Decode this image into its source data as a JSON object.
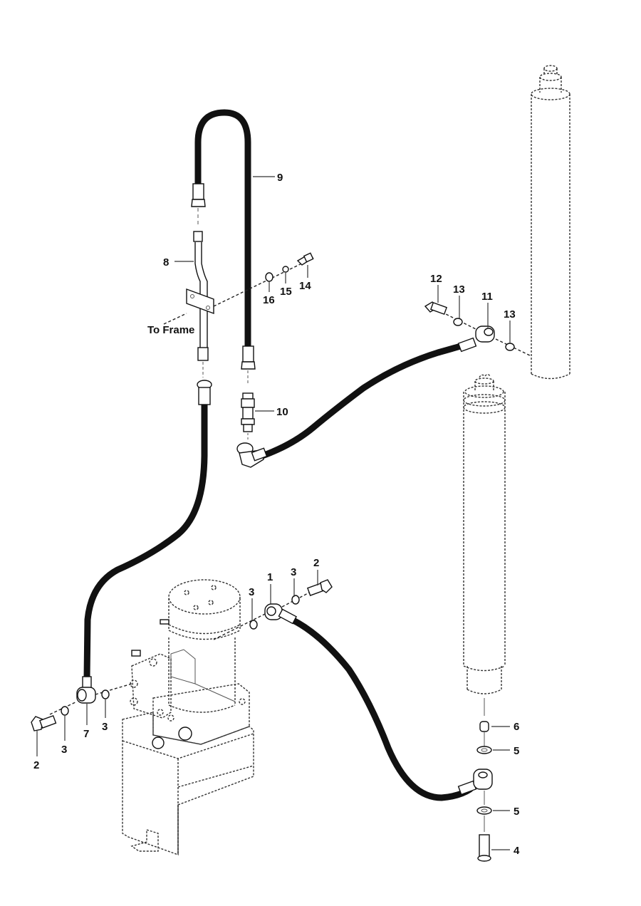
{
  "diagram": {
    "type": "exploded-parts-diagram",
    "subject": "Hydraulic hose routing between power unit and lift cylinders",
    "note_label": "To Frame",
    "callouts": {
      "c1": "1",
      "c2a": "2",
      "c2b": "2",
      "c3a": "3",
      "c3b": "3",
      "c3c": "3",
      "c3d": "3",
      "c4": "4",
      "c5a": "5",
      "c5b": "5",
      "c6": "6",
      "c7": "7",
      "c8": "8",
      "c9": "9",
      "c10": "10",
      "c11": "11",
      "c12": "12",
      "c13a": "13",
      "c13b": "13",
      "c14": "14",
      "c15": "15",
      "c16": "16"
    },
    "parts": [
      {
        "item": "1",
        "description": "banjo fitting (hose end at power unit)"
      },
      {
        "item": "2",
        "description": "banjo bolt"
      },
      {
        "item": "3",
        "description": "sealing washer"
      },
      {
        "item": "4",
        "description": "banjo bolt (lower cylinder)"
      },
      {
        "item": "5",
        "description": "sealing washer"
      },
      {
        "item": "6",
        "description": "orifice / plug"
      },
      {
        "item": "7",
        "description": "banjo fitting"
      },
      {
        "item": "8",
        "description": "rigid tube with bracket"
      },
      {
        "item": "9",
        "description": "hydraulic hose (loop)"
      },
      {
        "item": "10",
        "description": "adapter fitting"
      },
      {
        "item": "11",
        "description": "banjo fitting (upper cylinder)"
      },
      {
        "item": "12",
        "description": "banjo bolt"
      },
      {
        "item": "13",
        "description": "sealing washer"
      },
      {
        "item": "14",
        "description": "bolt"
      },
      {
        "item": "15",
        "description": "lock washer / nut"
      },
      {
        "item": "16",
        "description": "flat washer"
      }
    ]
  }
}
